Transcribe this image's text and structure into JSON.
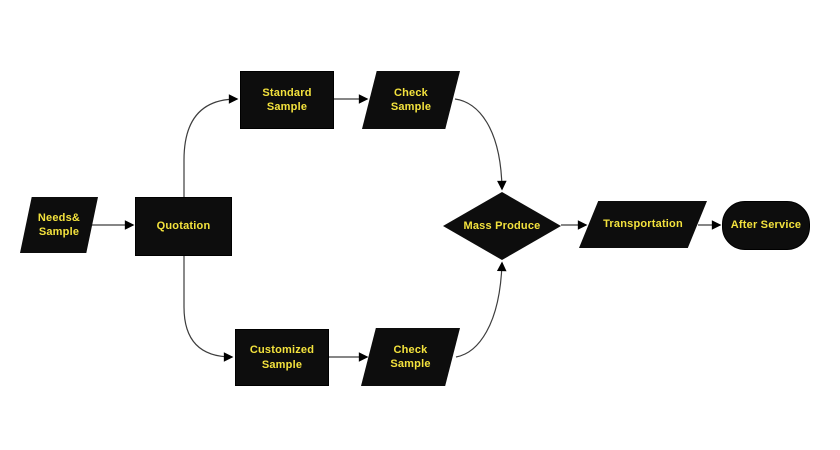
{
  "diagram": {
    "title": "sample production flowchart",
    "background_color": "#ffffff",
    "node_fill_color": "#0d0d0d",
    "node_text_color": "#f3e23d",
    "connector_color": "#3d3d3d",
    "arrowhead_color": "#000000",
    "nodes": [
      {
        "id": "needs-sample",
        "shape": "parallelogram",
        "label": "Needs&\nSample"
      },
      {
        "id": "quotation",
        "shape": "rectangle",
        "label": "Quotation"
      },
      {
        "id": "standard-sample",
        "shape": "rectangle",
        "label": "Standard\nSample"
      },
      {
        "id": "check-sample-top",
        "shape": "parallelogram",
        "label": "Check\nSample"
      },
      {
        "id": "customized-sample",
        "shape": "rectangle",
        "label": "Customized\nSample"
      },
      {
        "id": "check-sample-bottom",
        "shape": "parallelogram",
        "label": "Check\nSample"
      },
      {
        "id": "mass-produce",
        "shape": "diamond",
        "label": "Mass Produce"
      },
      {
        "id": "transportation",
        "shape": "parallelogram",
        "label": "Transportation"
      },
      {
        "id": "after-service",
        "shape": "terminator",
        "label": "After Service"
      }
    ],
    "edges": [
      {
        "from": "needs-sample",
        "to": "quotation"
      },
      {
        "from": "quotation",
        "to": "standard-sample"
      },
      {
        "from": "standard-sample",
        "to": "check-sample-top"
      },
      {
        "from": "check-sample-top",
        "to": "mass-produce"
      },
      {
        "from": "quotation",
        "to": "customized-sample"
      },
      {
        "from": "customized-sample",
        "to": "check-sample-bottom"
      },
      {
        "from": "check-sample-bottom",
        "to": "mass-produce"
      },
      {
        "from": "mass-produce",
        "to": "transportation"
      },
      {
        "from": "transportation",
        "to": "after-service"
      }
    ]
  }
}
